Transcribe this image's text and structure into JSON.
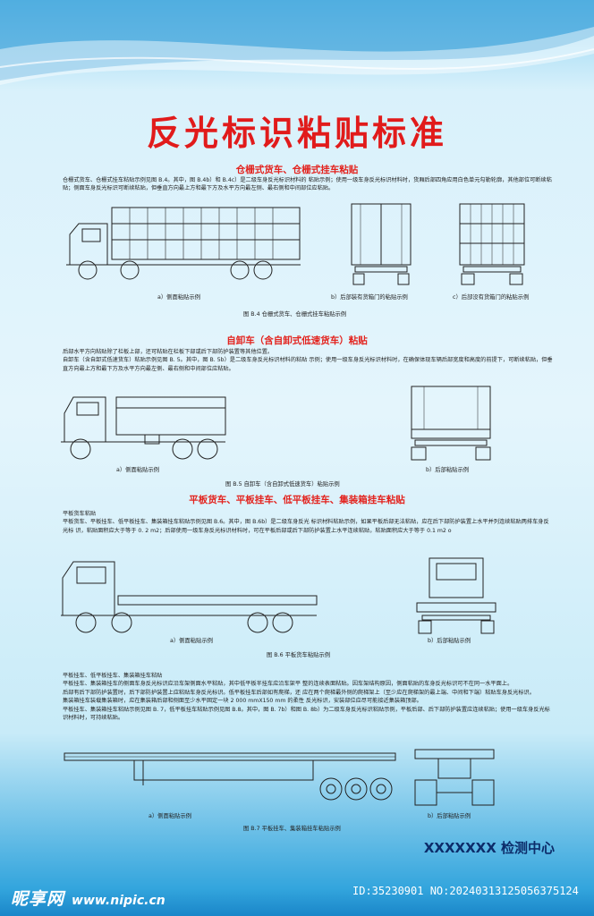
{
  "title": "反光标识粘贴标准",
  "section1": {
    "heading": "仓栅式货车、仓栅式挂车粘贴",
    "text": "仓栅式货车、仓栅式挂车粘贴示例见图 B.4。其中，图 B.4b）和 B.4c）是二级车身反光标识材料的 粘贴示例；使用一级车身反光标识材料时，货厢后部四角应用白色单元勾勒轮廓，其他部位可断续粘贴；侧面车身反光标识可断续粘贴，但垂直方向最上方和最下方及水平方向最左侧、最右侧和中间部位应粘贴。",
    "cap_a": "a）侧面粘贴示例",
    "cap_b": "b）后部装有货箱门的粘贴示例",
    "cap_c": "c）后部没有货箱门的粘贴示例",
    "figure": "图 B.4 仓栅式货车、仓栅式挂车粘贴示例"
  },
  "section2": {
    "heading": "自卸车（含自卸式低速货车）粘贴",
    "text": "后部水平方向粘贴除了栏板上部，还可粘贴在栏板下部或后下部防护装置等其他位置。\n自卸车（含自卸式低速货车）粘贴示例见图 B. 5。其中，图 B. 5b）是二级车身反光标识材料的粘贴 示例；使用一级车身反光标识材料时，在确保体现车辆后部宽度和高度的前提下，可断续粘贴，但垂直方向最上方和最下方及水平方向最左侧、最右侧和中间部位应粘贴。",
    "cap_a": "a）侧面粘贴示例",
    "cap_b": "b）后部粘贴示例",
    "figure": "图 B.5 自卸车（含自卸式低速货车）粘贴示例"
  },
  "section3": {
    "heading": "平板货车、平板挂车、低平板挂车、集装箱挂车粘贴",
    "text": "平板货车粘贴\n平板货车、平板挂车、低平板挂车、集装箱挂车粘贴示例见图 B.6。其中，图 B.6b）是二级车身反光 标识材料粘贴示例，如果平板后部无法粘贴，应在后下部防护装置上水平并列连续粘贴两排车身反光标 识，粘贴面积应大于等于 0. 2 m2；后部使用一级车身反光标识材料时，可在平板后部或后下部防护装置上水平连续粘贴，粘贴面积应大于等于 0.1 m2 o",
    "cap_a": "a）侧面粘贴示例",
    "cap_b": "b）后部粘贴示例",
    "figure": "图 B.6 平板货车粘贴示例"
  },
  "section4": {
    "text": "平板挂车、低平板挂车、集装箱挂车粘贴\n平板挂车、集装箱挂车的侧面车身反光标识应沿车架侧面水平粘贴，其中低平板半挂车应沿车架平 整的连续表面粘贴。因车架结构原因，侧面粘贴的车身反光标识可不在同一水平面上。\n后部有后下部防护装置时，后下部防护装置上应粘贴车身反光标识。低平板挂车后部如有爬梯，还 应在两个爬梯最外侧的爬梯架上（至少应在爬梯架的最上端、中间和下端）粘贴车身反光标识。\n集装箱挂车装载集装箱时，应在集装箱后部和侧面至少水平固定一块 2 000 mmX150 mm 的柔性 反光标识，安装部位应尽可能接近集装箱顶部。\n平板挂车、集装箱挂车粘贴示例见图 B. 7，低平板挂车粘贴示例见图 B.8。其中，图 B. 7b）和图 B. 8b）为二级车身反光标识粘贴示例，平板后部、后下部防护装置应连续粘贴；使用一级车身反光标识材料时，可持续粘贴。",
    "cap_a": "a）侧面粘贴示例",
    "cap_b": "b）后部粘贴示例",
    "figure": "图 B.7 平板挂车、集装箱挂车粘贴示例"
  },
  "footer": {
    "center": "XXXXXXX 检测中心",
    "logo_brand": "昵享网",
    "logo_url": "www.nipic.cn",
    "id_text": "ID:35230901 NO:20240313125056375124"
  },
  "colors": {
    "heading_red": "#e11b1b",
    "footer_blue": "#0c2c6a",
    "paper": "#ffffff"
  }
}
